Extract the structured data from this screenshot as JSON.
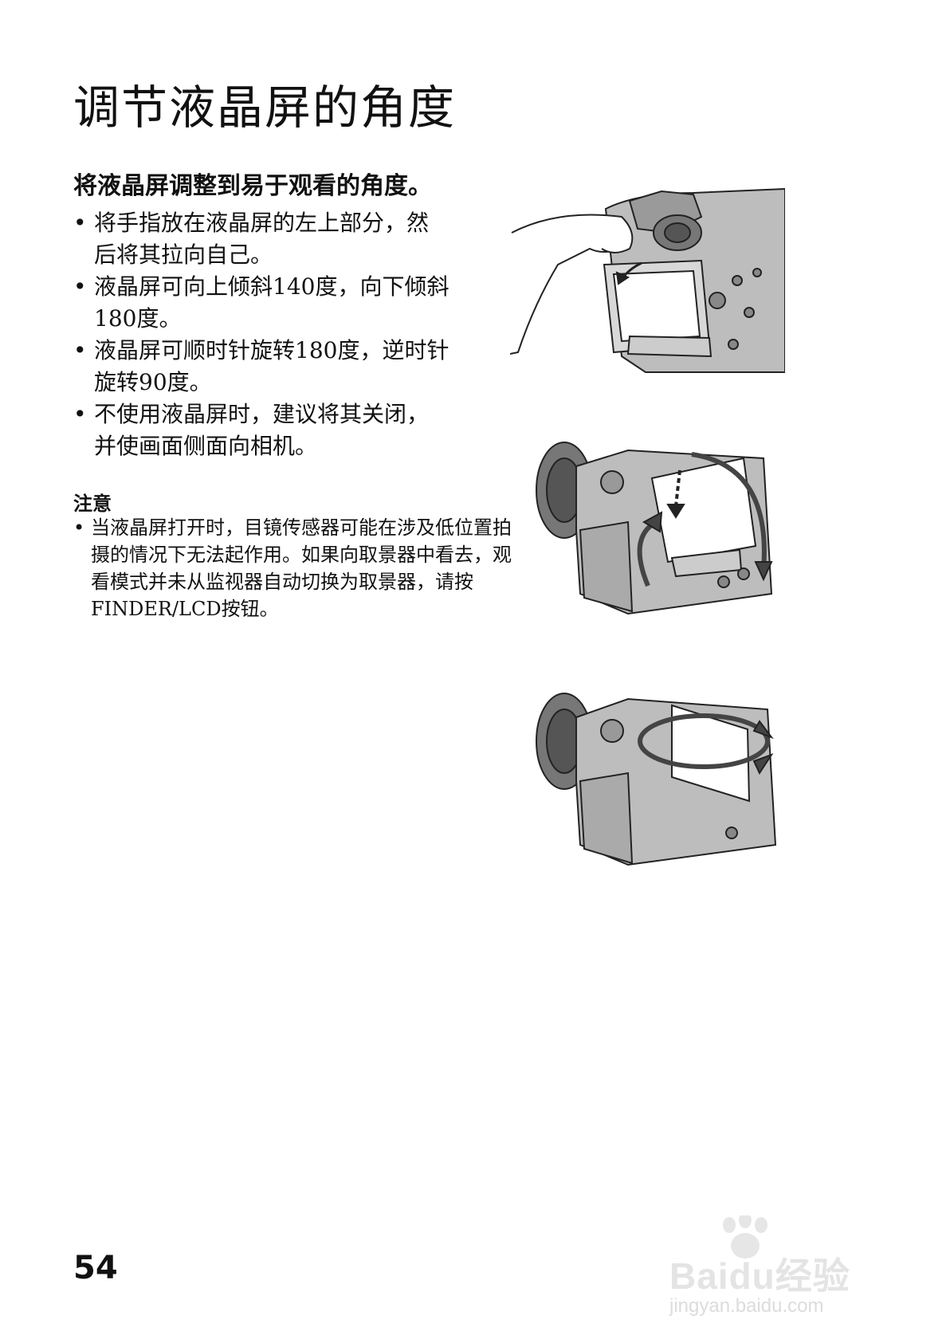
{
  "title": "调节液晶屏的角度",
  "subheading": "将液晶屏调整到易于观看的角度。",
  "bullets": [
    "将手指放在液晶屏的左上部分，然\n后将其拉向自己。",
    "液晶屏可向上倾斜140度，向下倾斜\n180度。",
    "液晶屏可顺时针旋转180度，逆时针\n旋转90度。",
    "不使用液晶屏时，建议将其关闭，\n并使画面侧面向相机。"
  ],
  "note": {
    "heading": "注意",
    "text": "当液晶屏打开时，目镜传感器可能在涉及低位置拍摄的情况下无法起作用。如果向取景器中看去，观看模式并未从监视器自动切换为取景器，请按FINDER/LCD按钮。"
  },
  "page_number": "54",
  "watermark": {
    "logo": "Baidu经验",
    "url": "jingyan.baidu.com"
  }
}
